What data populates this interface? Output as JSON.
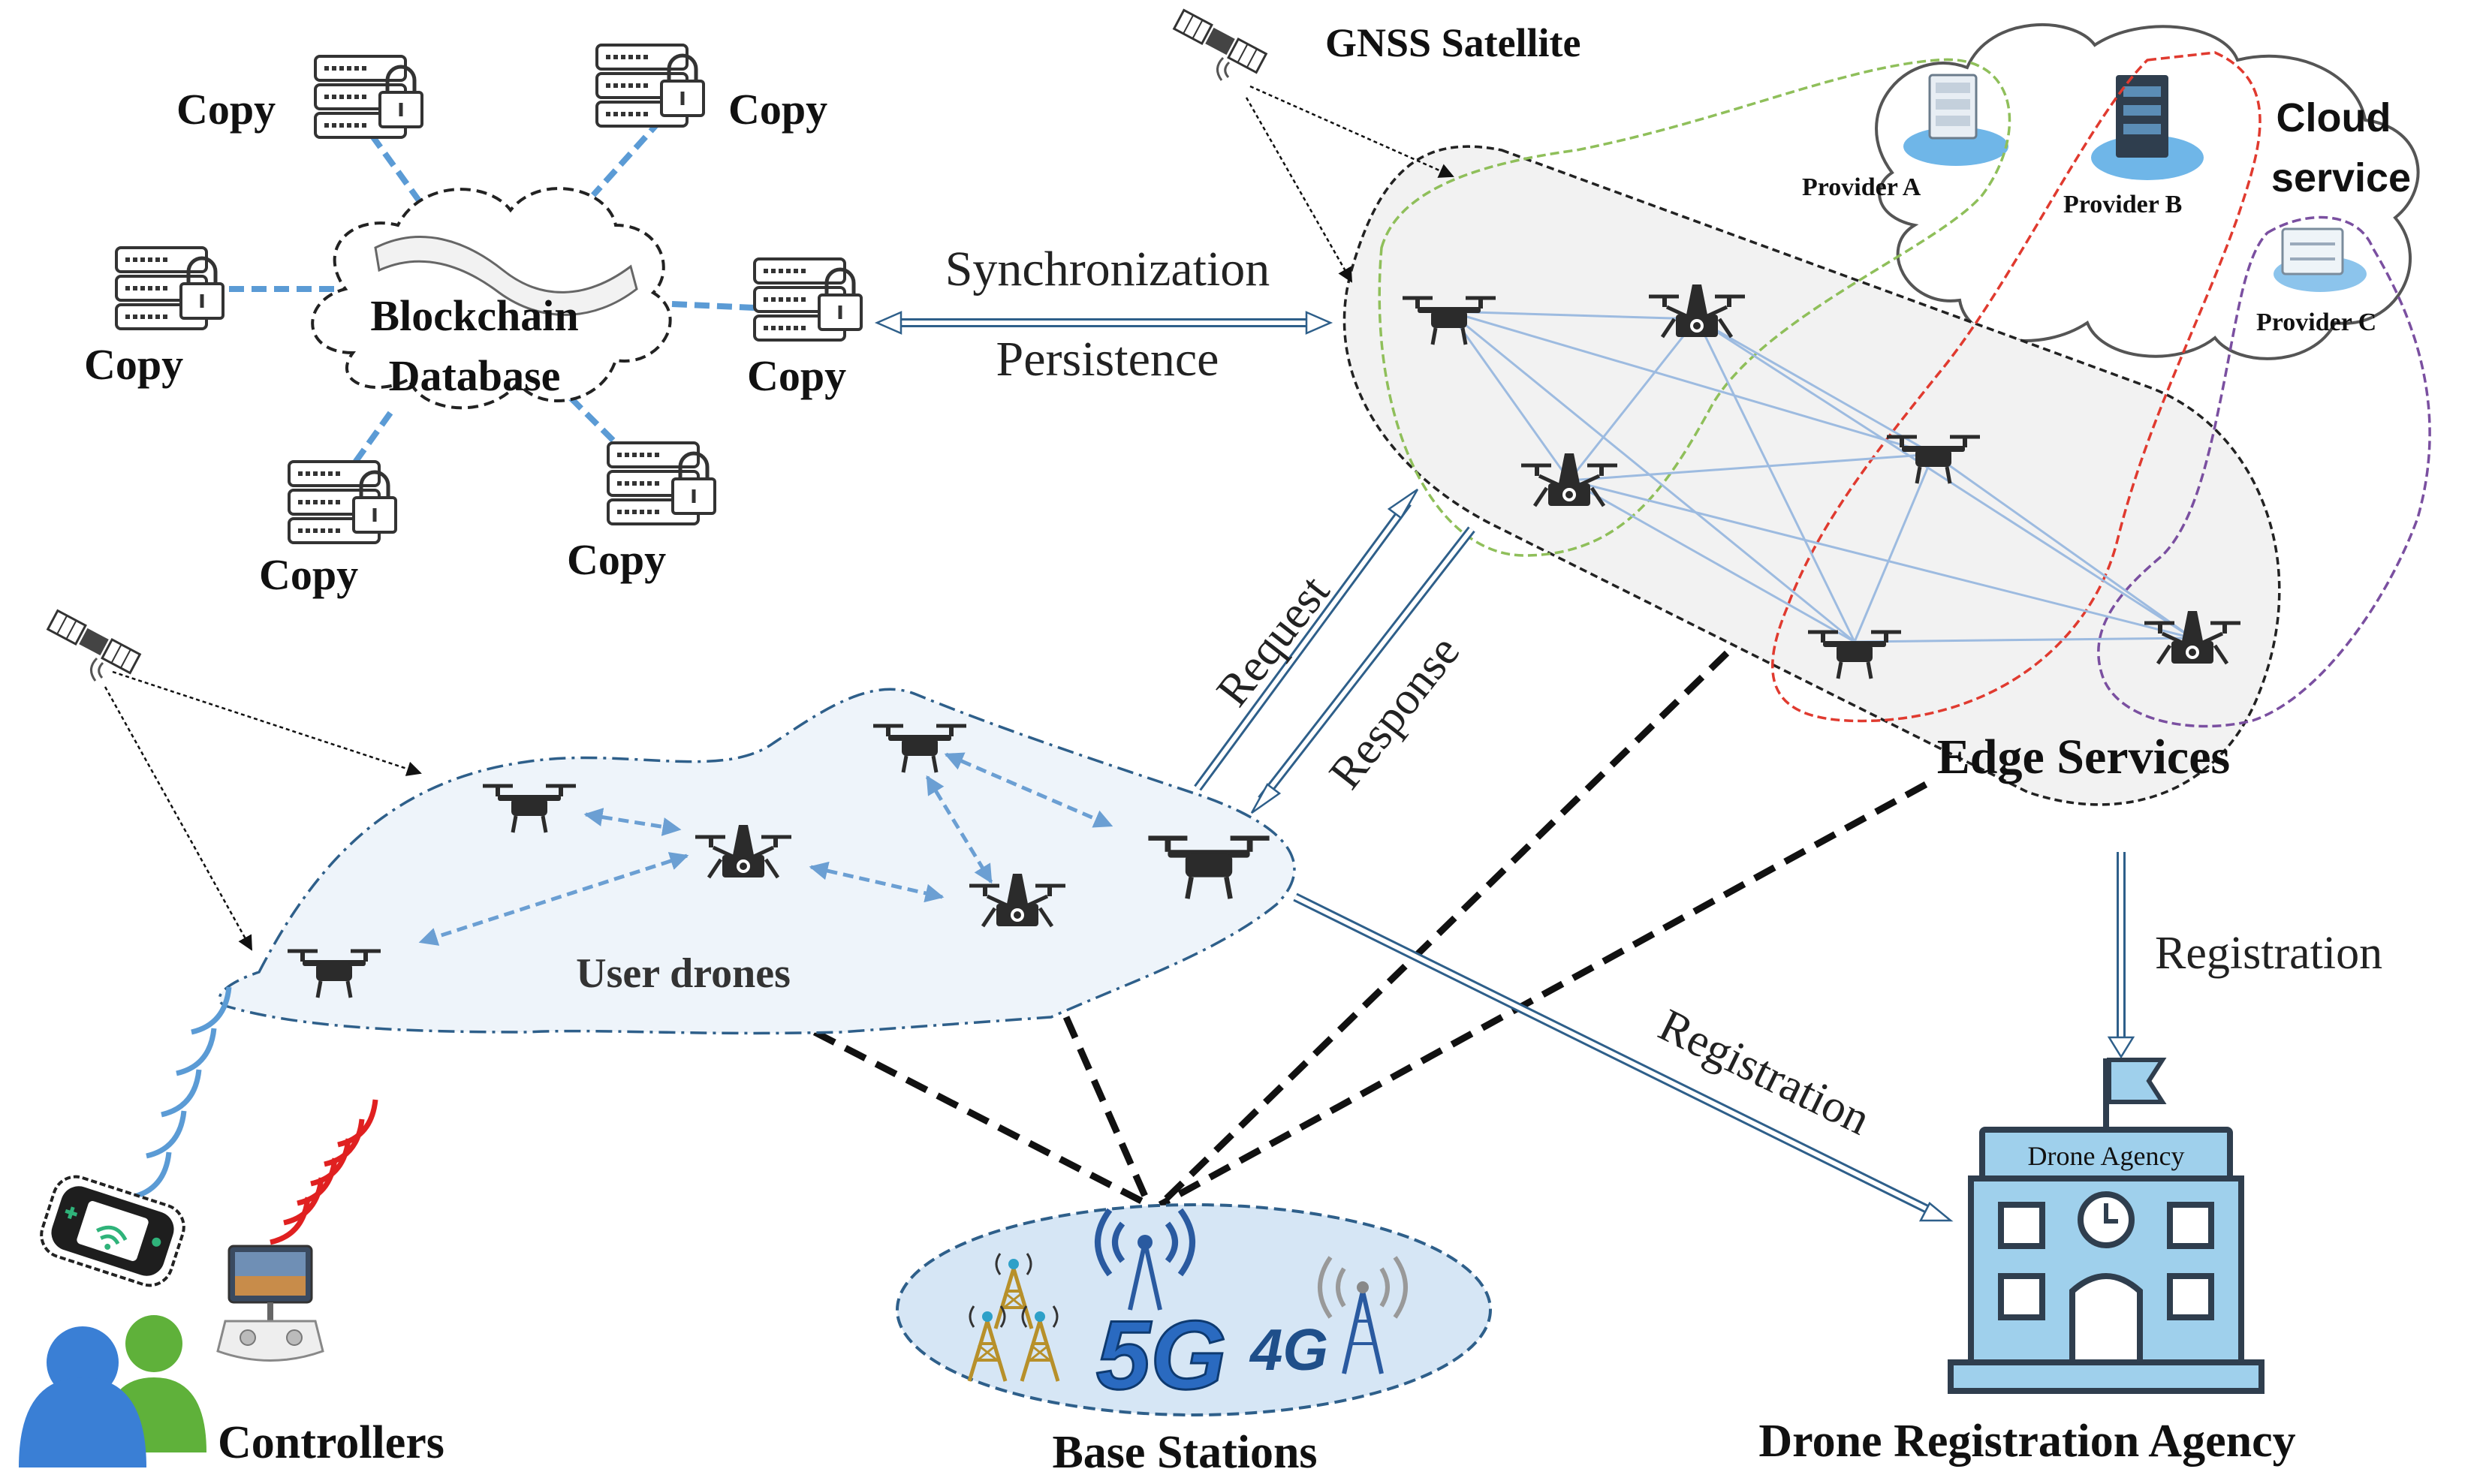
{
  "blockchain": {
    "label_line1": "Blockchain",
    "label_line2": "Database",
    "copy_labels": [
      "Copy",
      "Copy",
      "Copy",
      "Copy",
      "Copy",
      "Copy"
    ]
  },
  "sync": {
    "top_label": "Synchronization",
    "bottom_label": "Persistence"
  },
  "satellite": {
    "label": "GNSS Satellite"
  },
  "cloud": {
    "label_line1": "Cloud",
    "label_line2": "service",
    "providers": [
      "Provider A",
      "Provider B",
      "Provider  C"
    ]
  },
  "edge": {
    "label": "Edge Services"
  },
  "arrows": {
    "request": "Request",
    "response": "Response",
    "registration_right": "Registration",
    "registration_diag": "Registration"
  },
  "user_drones": {
    "label": "User drones"
  },
  "controllers": {
    "label": "Controllers"
  },
  "base_stations": {
    "label": "Base Stations",
    "tech_5g": "5G",
    "tech_4g": "4G"
  },
  "agency": {
    "sign": "Drone  Agency",
    "label": "Drone Registration Agency"
  },
  "colors": {
    "blue_line": "#5b9bd5",
    "dark_blue": "#2e5f8a",
    "edge_line": "#9dbbe0",
    "green_zone": "#8fbf5a",
    "red_zone": "#e03a2f",
    "purple_zone": "#7a4fa0",
    "building": "#2f3e4e",
    "building_fill": "#9fd0ec"
  }
}
